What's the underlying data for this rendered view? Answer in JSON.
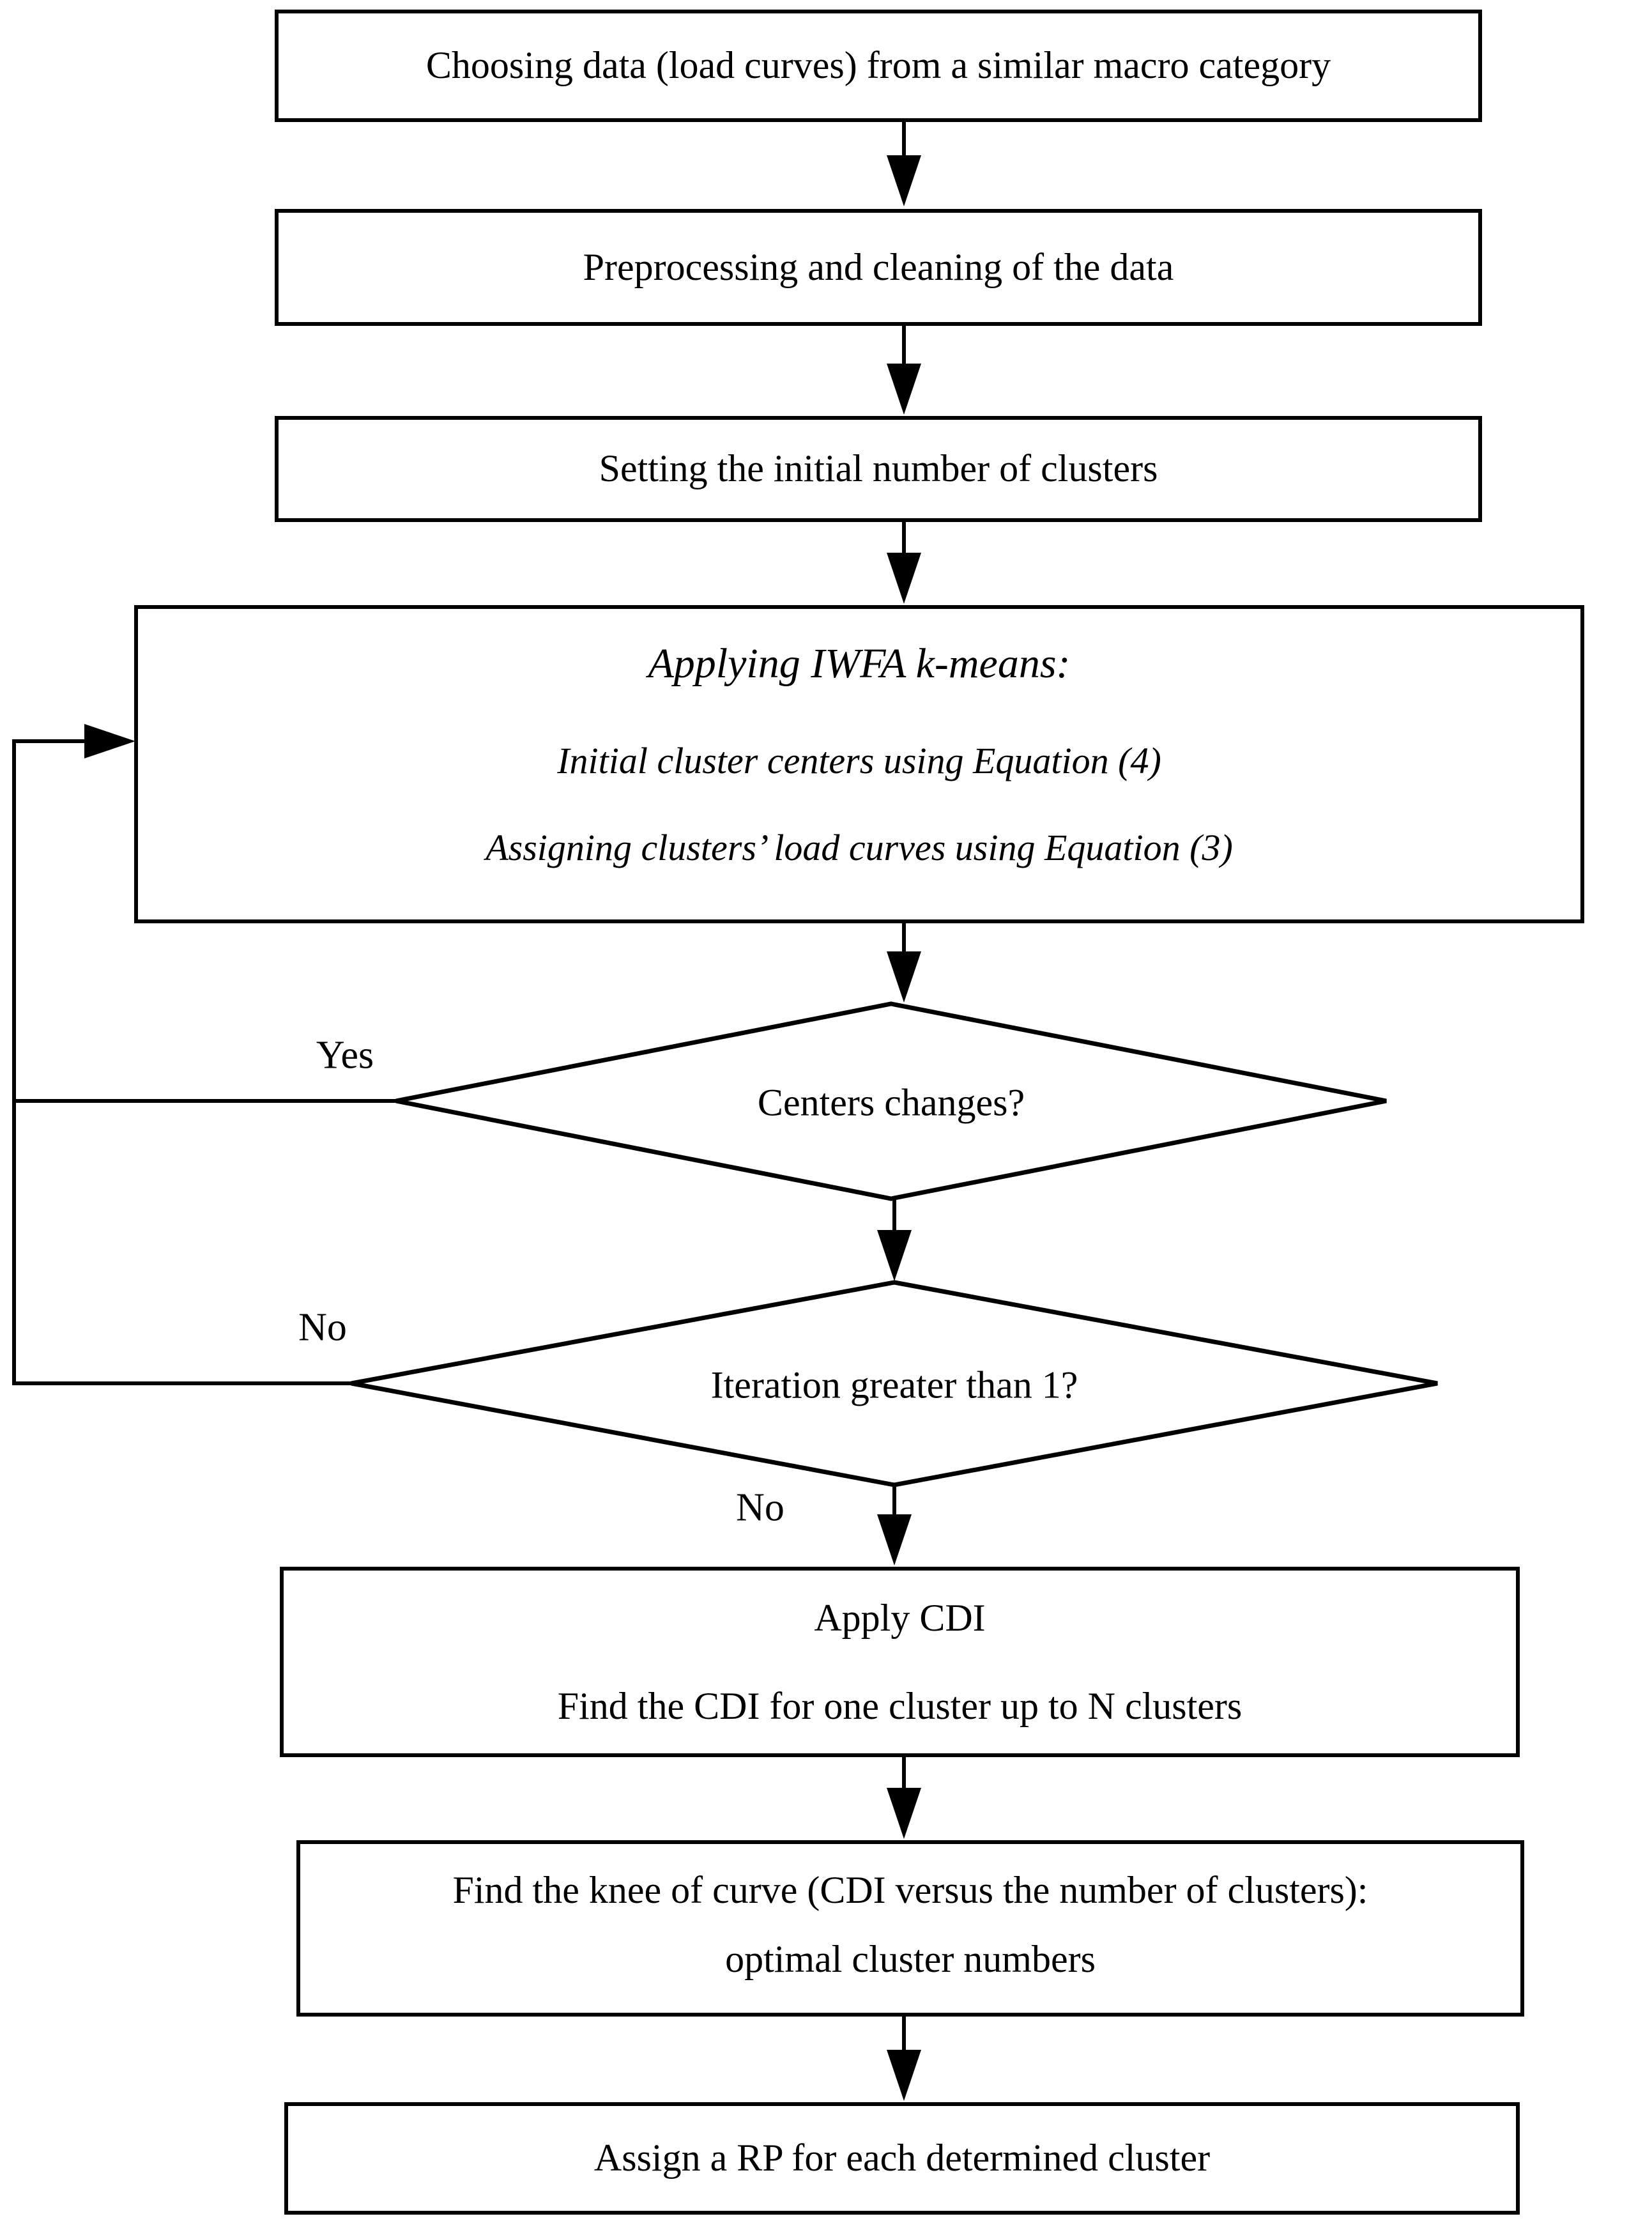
{
  "diagram": {
    "type": "flowchart",
    "colors": {
      "line": "#000000",
      "background": "#ffffff",
      "text": "#000000"
    },
    "nodes": {
      "choose_data": {
        "label": "Choosing data (load curves) from a similar macro category"
      },
      "preprocess": {
        "label": "Preprocessing and cleaning of the data"
      },
      "init_clusters": {
        "label": "Setting the initial number of clusters"
      },
      "iwfa": {
        "line1": "Applying IWFA k-means:",
        "line2": "Initial cluster centers using Equation (4)",
        "line3": "Assigning clusters’ load curves using Equation (3)"
      },
      "centers_changes": {
        "label": "Centers changes?"
      },
      "iteration_greater": {
        "label": "Iteration greater than 1?"
      },
      "apply_cdi": {
        "line1": "Apply CDI",
        "line2": "Find the CDI for one cluster up to N clusters"
      },
      "knee": {
        "line1": "Find the knee of curve (CDI versus the number of clusters):",
        "line2": "optimal cluster numbers"
      },
      "assign_rp": {
        "label": "Assign a RP for each determined cluster"
      }
    },
    "edge_labels": {
      "yes": "Yes",
      "no_left": "No",
      "no_down": "No"
    }
  }
}
